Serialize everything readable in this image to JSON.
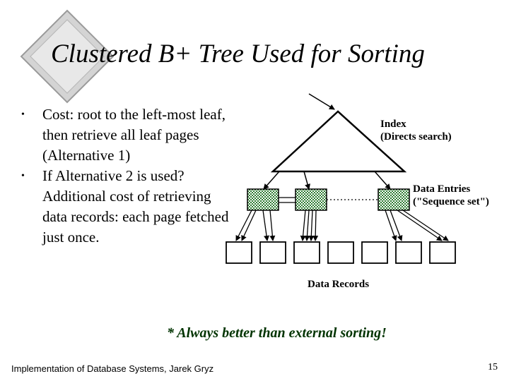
{
  "slide": {
    "title": "Clustered B+ Tree Used for Sorting",
    "bullets": [
      "Cost: root to the left-most leaf, then retrieve all leaf pages (Alternative 1)",
      "If Alternative 2 is used? Additional cost of retrieving data records: each page fetched just once."
    ],
    "bullet_symbol": "•"
  },
  "diagram": {
    "index_label_line1": "Index",
    "index_label_line2": "(Directs search)",
    "entries_label_line1": "Data Entries",
    "entries_label_line2": "(\"Sequence set\")",
    "records_label": "Data Records",
    "leaf_fill": "#2e7d32"
  },
  "note": "*  Always better than external sorting!",
  "footer": {
    "text": "Implementation of Database Systems, Jarek Gryz",
    "page": "15"
  },
  "colors": {
    "accent_diamond": "#c8c8c8",
    "note_text": "#003300"
  }
}
